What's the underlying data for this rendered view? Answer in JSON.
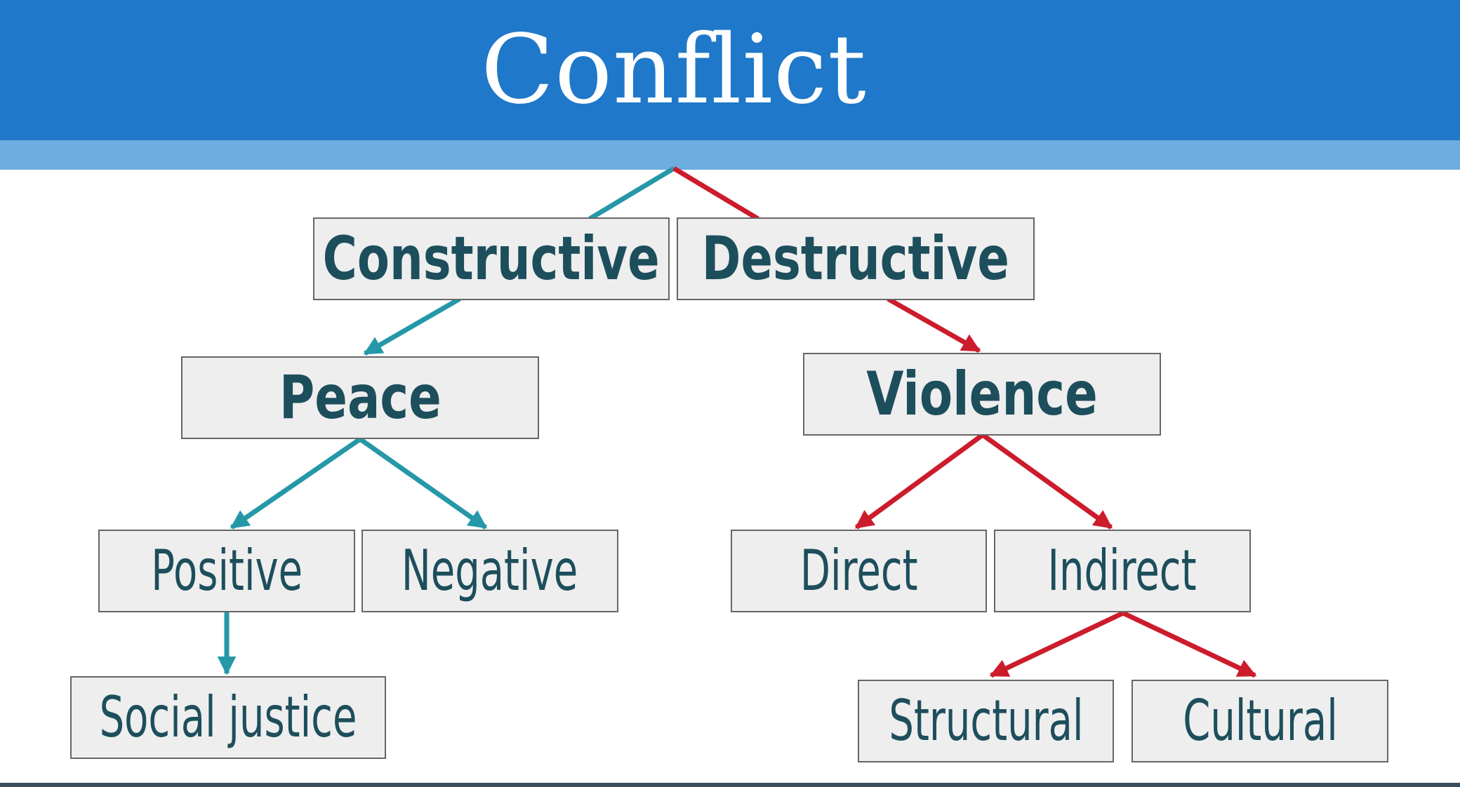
{
  "title": "Conflict",
  "colors": {
    "header": "#1f78c9",
    "stripe": "#6eade0",
    "constructive_branch": "#2598a8",
    "destructive_branch": "#cc1c2c",
    "node_fill": "#eeeeee",
    "node_text": "#1d4e5c"
  },
  "nodes": {
    "constructive": "Constructive",
    "destructive": "Destructive",
    "peace": "Peace",
    "violence": "Violence",
    "positive": "Positive",
    "negative": "Negative",
    "direct": "Direct",
    "indirect": "Indirect",
    "social_justice": "Social justice",
    "structural": "Structural",
    "cultural": "Cultural"
  }
}
